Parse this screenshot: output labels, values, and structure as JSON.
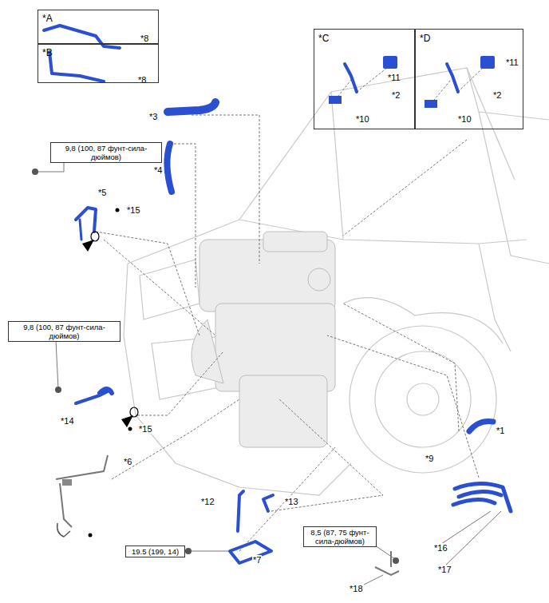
{
  "diagram": {
    "nodes": [
      {
        "text": [
          "*A",
          "*8"
        ]
      },
      {
        "text": [
          "*B",
          "*8"
        ]
      },
      {
        "text": [
          "*C",
          "*11",
          "*2",
          "*10"
        ]
      },
      {
        "text": [
          "*D",
          "*11",
          "*2",
          "*10"
        ]
      },
      {
        "text": [
          "9,8 (100, 87 фунт-сила-дюймов)"
        ]
      },
      {
        "text": [
          "9,8 (100, 87 фунт-сила-дюймов)"
        ]
      },
      {
        "text": [
          "19.5 (199, 14)"
        ]
      },
      {
        "text": [
          "8,5 (87, 75 фунт-сила-дюймов)"
        ]
      }
    ],
    "labels": [
      "*3",
      "*4",
      "*5",
      "*15",
      "*1",
      "*14",
      "*15",
      "*6",
      "*12",
      "*13",
      "*7",
      "*9",
      "*16",
      "*17",
      "*18"
    ]
  }
}
